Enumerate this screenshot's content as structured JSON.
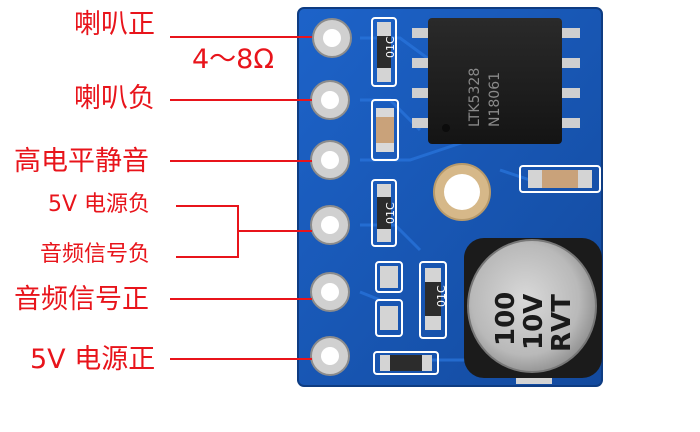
{
  "labels": [
    {
      "id": "speaker-positive",
      "text": "喇叭正"
    },
    {
      "id": "speaker-negative",
      "text": "喇叭负"
    },
    {
      "id": "high-level-mute",
      "text": "高电平静音"
    },
    {
      "id": "power-negative",
      "text": "5V 电源负"
    },
    {
      "id": "audio-signal-negative",
      "text": "音频信号负"
    },
    {
      "id": "audio-signal-positive",
      "text": "音频信号正"
    },
    {
      "id": "power-positive",
      "text": "5V 电源正"
    }
  ],
  "impedance": "4～8Ω",
  "chip_marking": [
    "LTK5328",
    "N18061"
  ],
  "capacitor_marking": [
    "100",
    "10V",
    "RVT"
  ],
  "silkscreen": [
    "01C",
    "01C",
    "01C"
  ],
  "colors": {
    "label": "#e8141b",
    "pcb": "#1a56b8",
    "pad": "#d8d8d8",
    "chip": "#1b1b1b"
  }
}
